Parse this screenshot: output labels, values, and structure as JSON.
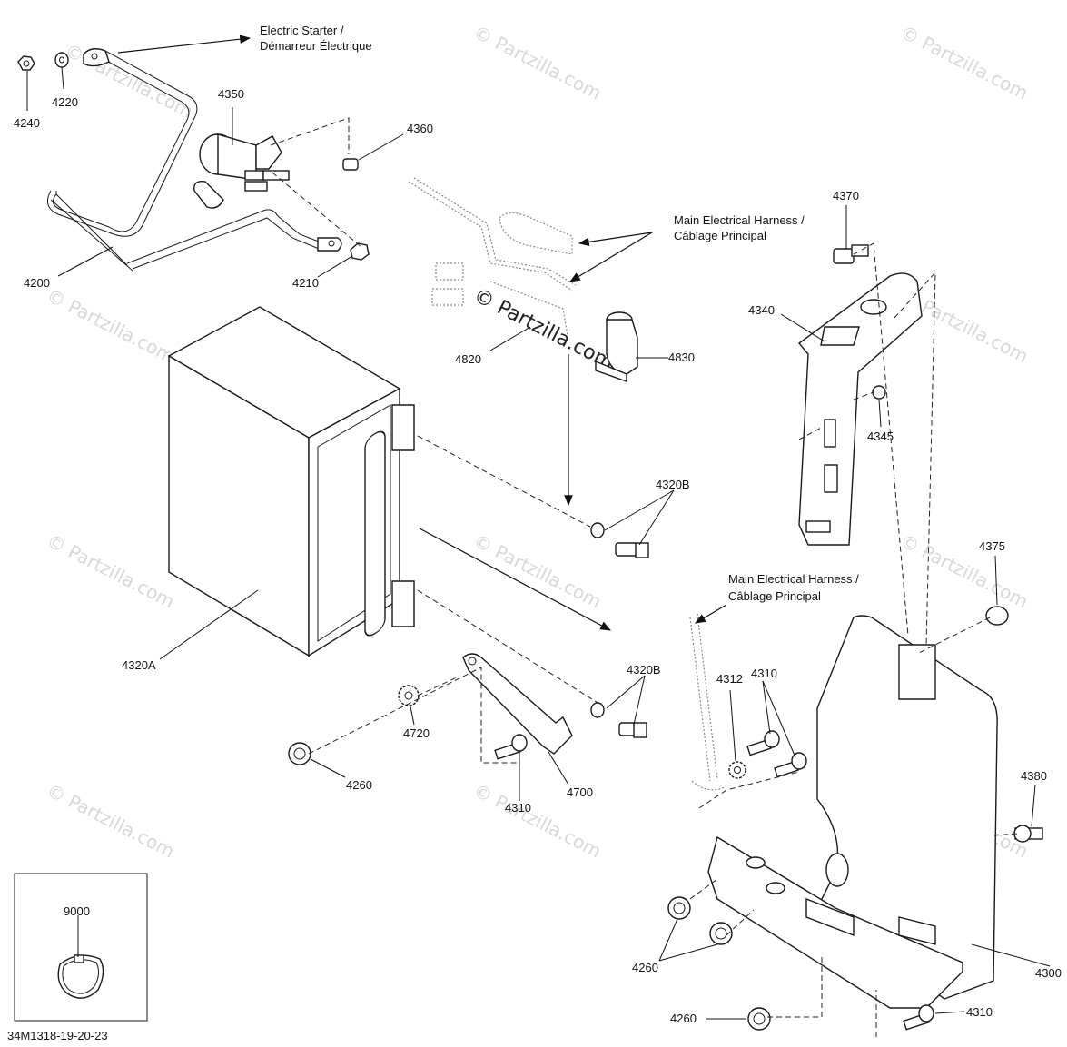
{
  "watermark": {
    "text": "© Partzilla.com",
    "center_text": "© Partzilla.com"
  },
  "callouts": {
    "electric_starter": [
      "Electric Starter /",
      "Démarreur Électrique"
    ],
    "harness_top": [
      "Main Electrical Harness /",
      "Câblage Principal"
    ],
    "harness_bottom": [
      "Main Electrical Harness /",
      "Câblage Principal"
    ]
  },
  "parts": {
    "p4240": "4240",
    "p4220": "4220",
    "p4350": "4350",
    "p4360": "4360",
    "p4200": "4200",
    "p4210": "4210",
    "p4370": "4370",
    "p4340": "4340",
    "p4345": "4345",
    "p4820": "4820",
    "p4830": "4830",
    "p4320B_top": "4320B",
    "p4320A": "4320A",
    "p4375": "4375",
    "p4320B_bottom": "4320B",
    "p4720": "4720",
    "p4312": "4312",
    "p4310_right": "4310",
    "p4260_left": "4260",
    "p4700": "4700",
    "p4310_mid": "4310",
    "p4380": "4380",
    "p9000": "9000",
    "p4260_mid": "4260",
    "p4300": "4300",
    "p4260_bottom": "4260",
    "p4310_bottom": "4310"
  },
  "figure_id": "34M1318-19-20-23"
}
